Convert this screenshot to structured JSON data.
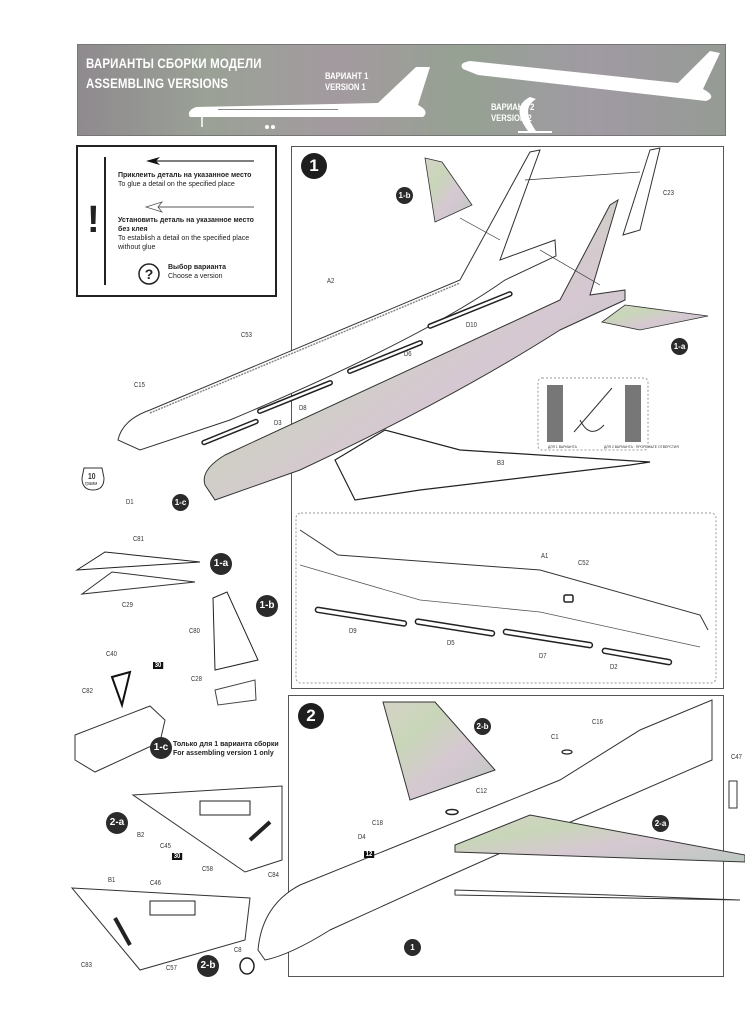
{
  "header": {
    "title_ru": "ВАРИАНТЫ СБОРКИ МОДЕЛИ",
    "title_en": "ASSEMBLING VERSIONS",
    "version1_ru": "ВАРИАНТ 1",
    "version1_en": "VERSION 1",
    "version2_ru": "ВАРИАНТ 2",
    "version2_en": "VERSION 2",
    "colors": {
      "banner": "#9a9a98",
      "text": "#ffffff"
    }
  },
  "legend": {
    "glue_ru": "Приклеить деталь на указанное место",
    "glue_en": "To glue a detail on the specified place",
    "noglue_ru_1": "Установить деталь на указанное место",
    "noglue_ru_2": "без клея",
    "noglue_en_1": "To establish a detail on the specified place",
    "noglue_en_2": "without glue",
    "choose_ru": "Выбор варианта",
    "choose_en": "Choose a version",
    "icons": [
      "exclamation-icon",
      "filled-arrow-icon",
      "outline-arrow-icon",
      "question-icon"
    ]
  },
  "step1": {
    "number": "1",
    "labels": {
      "a2": "A2",
      "c23": "C23",
      "c53": "C53",
      "c15": "C15",
      "d10": "D10",
      "d6": "D6",
      "d8": "D8",
      "d3": "D3",
      "d1": "D1",
      "b3": "B3",
      "a1": "A1",
      "c52": "C52",
      "d9": "D9",
      "d5": "D5",
      "d7": "D7",
      "d2": "D2"
    },
    "badges": {
      "b1a": "1-a",
      "b1b": "1-b",
      "b1c": "1-c"
    },
    "weight": {
      "value": "10",
      "unit": "грамм"
    },
    "cut_note": {
      "left": "ДЛЯ 1 ВАРИАНТА",
      "right": "ДЛЯ 2 ВАРИАНТА · ПРОРЕЖЬТЕ ОТВЕРСТИЯ"
    }
  },
  "sub1": {
    "a": {
      "badge": "1-a",
      "c81": "C81",
      "c29": "C29"
    },
    "b": {
      "badge": "1-b",
      "c80": "C80",
      "c28": "C28"
    },
    "c": {
      "badge": "1-c",
      "c40": "C40",
      "c82": "C82",
      "star": "30",
      "note_ru": "Только для 1 варианта сборки",
      "note_en": "For assembling version 1 only"
    }
  },
  "sub2": {
    "a": {
      "badge": "2-a",
      "b2": "B2",
      "c45": "C45",
      "c58": "C58",
      "c84": "C84",
      "star": "30"
    },
    "b": {
      "badge": "2-b",
      "b1": "B1",
      "c46": "C46",
      "c83": "C83",
      "c57": "C57",
      "c8": "C8"
    }
  },
  "step2": {
    "number": "2",
    "labels": {
      "c16": "C16",
      "c1": "C1",
      "c12": "C12",
      "c18": "C18",
      "d4": "D4",
      "c47": "C47"
    },
    "badges": {
      "b2b": "2-b",
      "b2a": "2-a",
      "b1": "1"
    },
    "star": "12"
  }
}
